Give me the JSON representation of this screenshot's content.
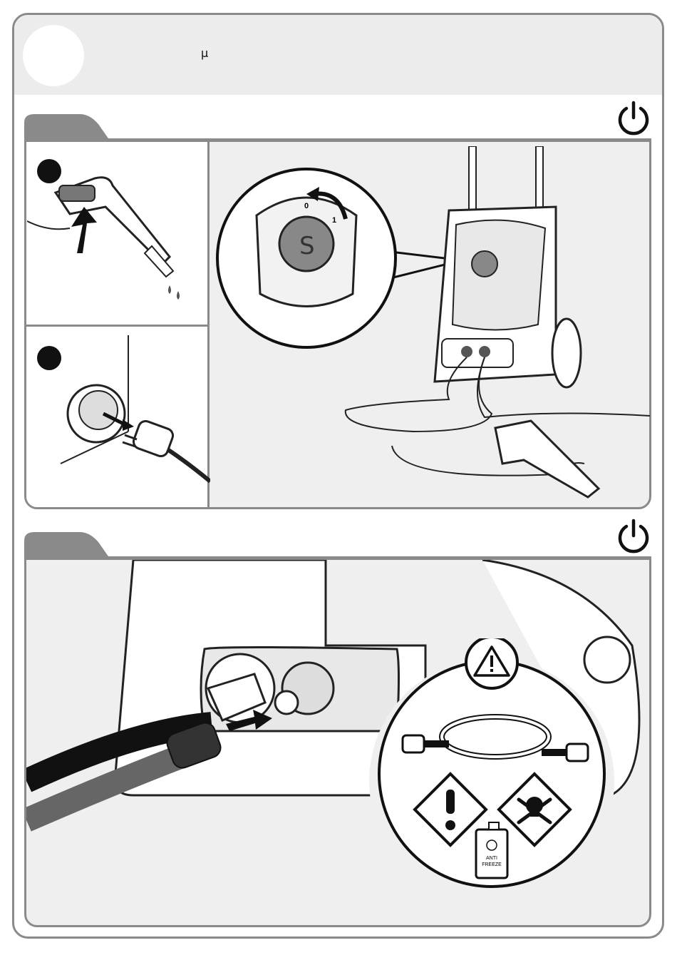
{
  "header": {
    "symbol": "µ"
  },
  "section1": {
    "zoom_dial_labels": [
      "0",
      "1"
    ],
    "icons": [
      "power-icon",
      "trigger-gun-icon",
      "unplug-icon",
      "on-off-dial-icon",
      "pressure-washer-icon"
    ]
  },
  "section2": {
    "warning_can_text_1": "ANTI",
    "warning_can_text_2": "FREEZE",
    "icons": [
      "power-icon",
      "warning-triangle-icon",
      "hose-icon",
      "hazard-exclamation-icon",
      "toxic-skull-icon",
      "antifreeze-can-icon",
      "snowflake-icon"
    ]
  }
}
